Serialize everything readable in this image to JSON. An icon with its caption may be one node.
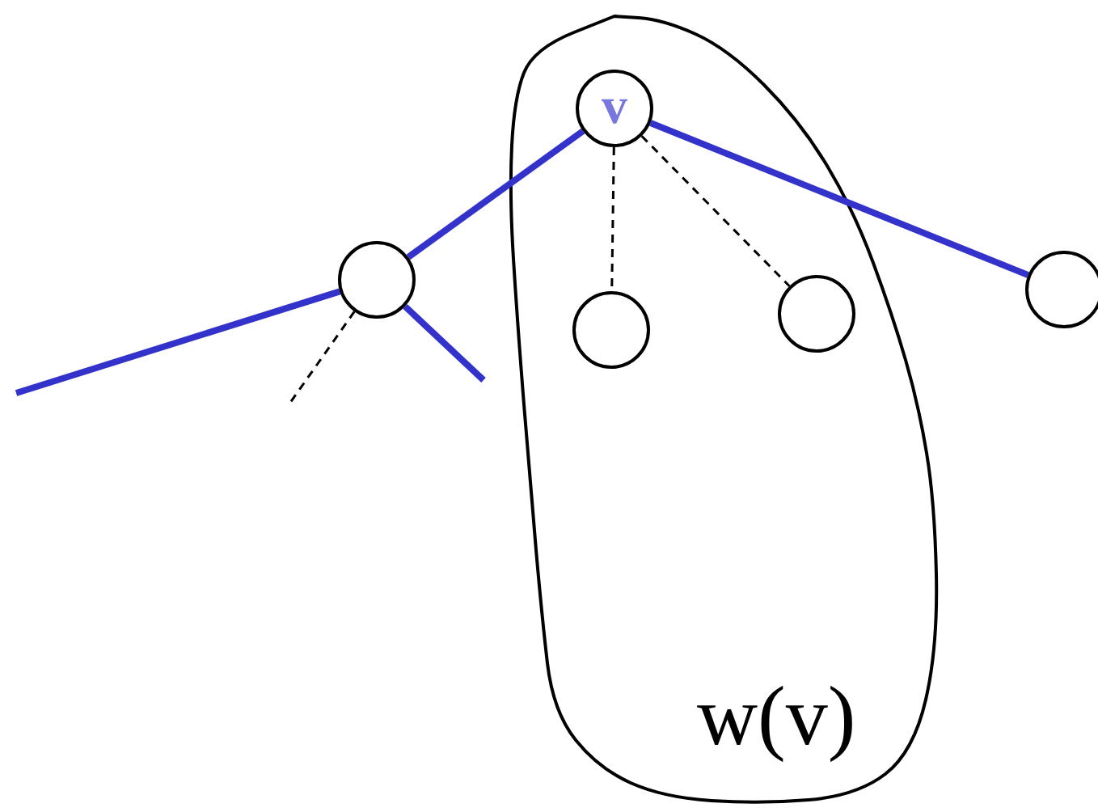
{
  "diagram": {
    "nodes": [
      {
        "text": [
          "w(v)"
        ]
      },
      {
        "text": [
          "v"
        ],
        "in": 0
      },
      {
        "text": [],
        "shape": "circle"
      },
      {
        "text": [],
        "shape": "circle",
        "in": 0
      },
      {
        "text": [],
        "shape": "circle",
        "in": 0
      },
      {
        "text": [],
        "shape": "circle"
      }
    ],
    "edges": [
      {
        "from": null,
        "to": 2,
        "arrow": "none"
      },
      {
        "from": 2,
        "to": 1,
        "arrow": "none"
      },
      {
        "from": 2,
        "to": null,
        "arrow": "none"
      },
      {
        "from": 2,
        "to": null,
        "arrow": "none",
        "style": "dashed",
        "color": "#000000"
      },
      {
        "from": 1,
        "to": 5,
        "arrow": "none"
      },
      {
        "from": 1,
        "to": 3,
        "arrow": "none",
        "style": "dashed",
        "color": "#000000"
      },
      {
        "from": 1,
        "to": 4,
        "arrow": "none",
        "style": "dashed",
        "color": "#000000"
      }
    ]
  }
}
